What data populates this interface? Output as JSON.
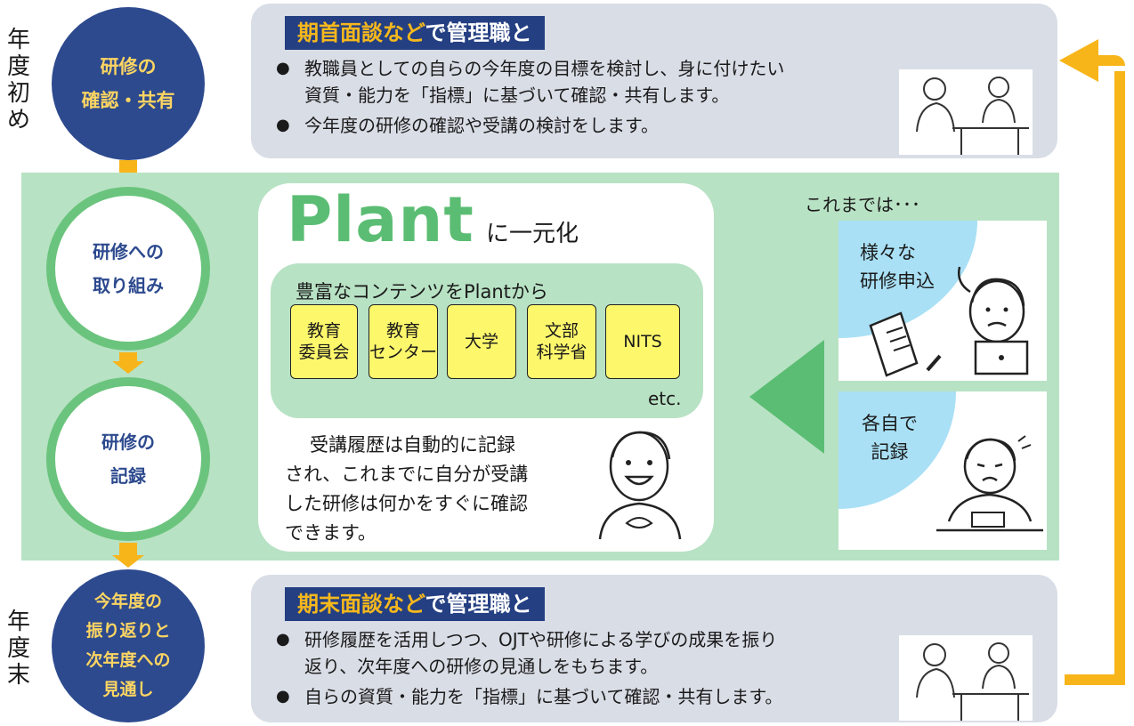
{
  "top": {
    "side_label": [
      "年",
      "度",
      "初",
      "め"
    ],
    "circle_text": [
      "研修の",
      "確認・共有"
    ],
    "title_prefix": "期首面談など",
    "title_suffix": "で管理職と",
    "bullets": [
      [
        "教職員としての自らの今年度の目標を検討し、身に付けたい",
        "資質・能力を「指標」に基づいて確認・共有します。"
      ],
      [
        "今年度の研修の確認や受講の検討をします。"
      ]
    ]
  },
  "middle": {
    "ring1_text": [
      "研修への",
      "取り組み"
    ],
    "ring2_text": [
      "研修の",
      "記録"
    ],
    "plant_word": "Plant",
    "plant_suffix": "に一元化",
    "contents_title": "豊富なコンテンツをPlantから",
    "sources": [
      [
        "教育",
        "委員会"
      ],
      [
        "教育",
        "センター"
      ],
      [
        "大学"
      ],
      [
        "文部",
        "科学省"
      ],
      [
        "NITS"
      ]
    ],
    "etc": "etc.",
    "record_text": [
      "受講履歴は自動的に記録",
      "され、これまでに自分が受講",
      "した研修は何かをすぐに確認",
      "できます。"
    ],
    "until_now": "これまでは･･･",
    "card1_text": [
      "様々な",
      "研修申込"
    ],
    "card2_text": [
      "各自で",
      "記録"
    ]
  },
  "bottom": {
    "side_label": [
      "年",
      "度",
      "末"
    ],
    "circle_text": [
      "今年度の",
      "振り返りと",
      "次年度への",
      "見通し"
    ],
    "title_prefix": "期末面談など",
    "title_suffix": "で管理職と",
    "bullets": [
      [
        "研修履歴を活用しつつ、OJTや研修による学びの成果を振り",
        "返り、次年度への研修の見通しをもちます。"
      ],
      [
        "自らの資質・能力を「指標」に基づいて確認・共有します。"
      ]
    ]
  },
  "colors": {
    "navy": "#2d4a8e",
    "title_navy": "#243f82",
    "highlight_orange": "#f6b81c",
    "arrow_orange": "#f7b51a",
    "green_ring": "#6bc47d",
    "green_band": "#b8e2c4",
    "source_yellow": "#fdf76c",
    "panel_gray": "#d9dde6",
    "light_blue": "#a9e0f5"
  },
  "icons": [
    "meeting-illustration-icon",
    "smiling-man-icon",
    "confused-man-icon",
    "worried-man-icon",
    "left-triangle-arrow-icon"
  ]
}
